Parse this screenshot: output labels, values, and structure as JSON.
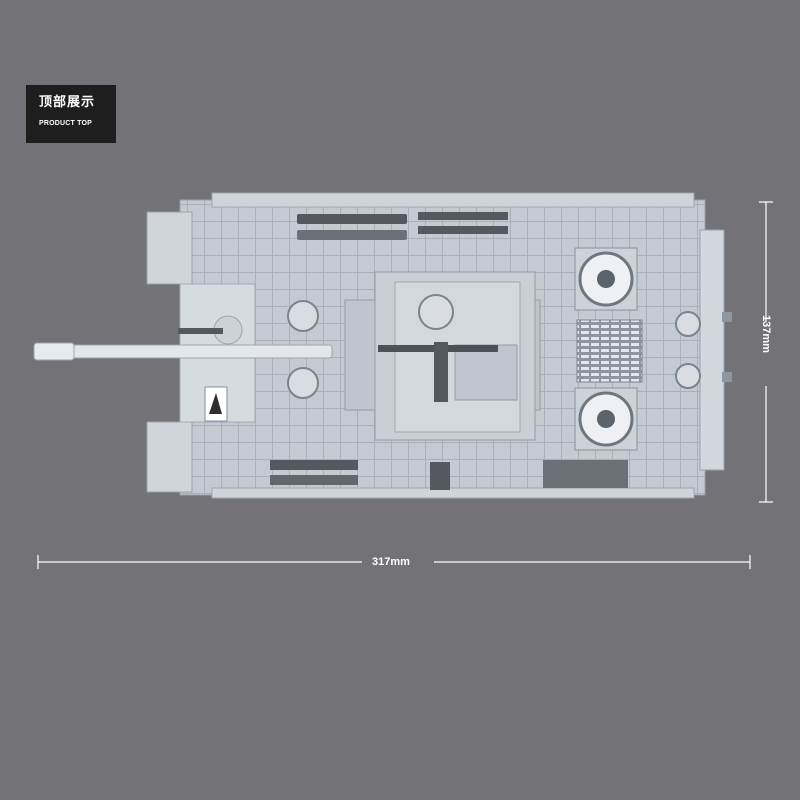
{
  "header": {
    "title_cn": "顶部展示",
    "title_en": "PRODUCT TOP"
  },
  "dimensions": {
    "width": "317mm",
    "height": "137mm"
  },
  "colors": {
    "background": "#737276",
    "label_box": "#1e1e1f",
    "hull": "#c3c9d0",
    "dimension_line": "#ffffff"
  }
}
